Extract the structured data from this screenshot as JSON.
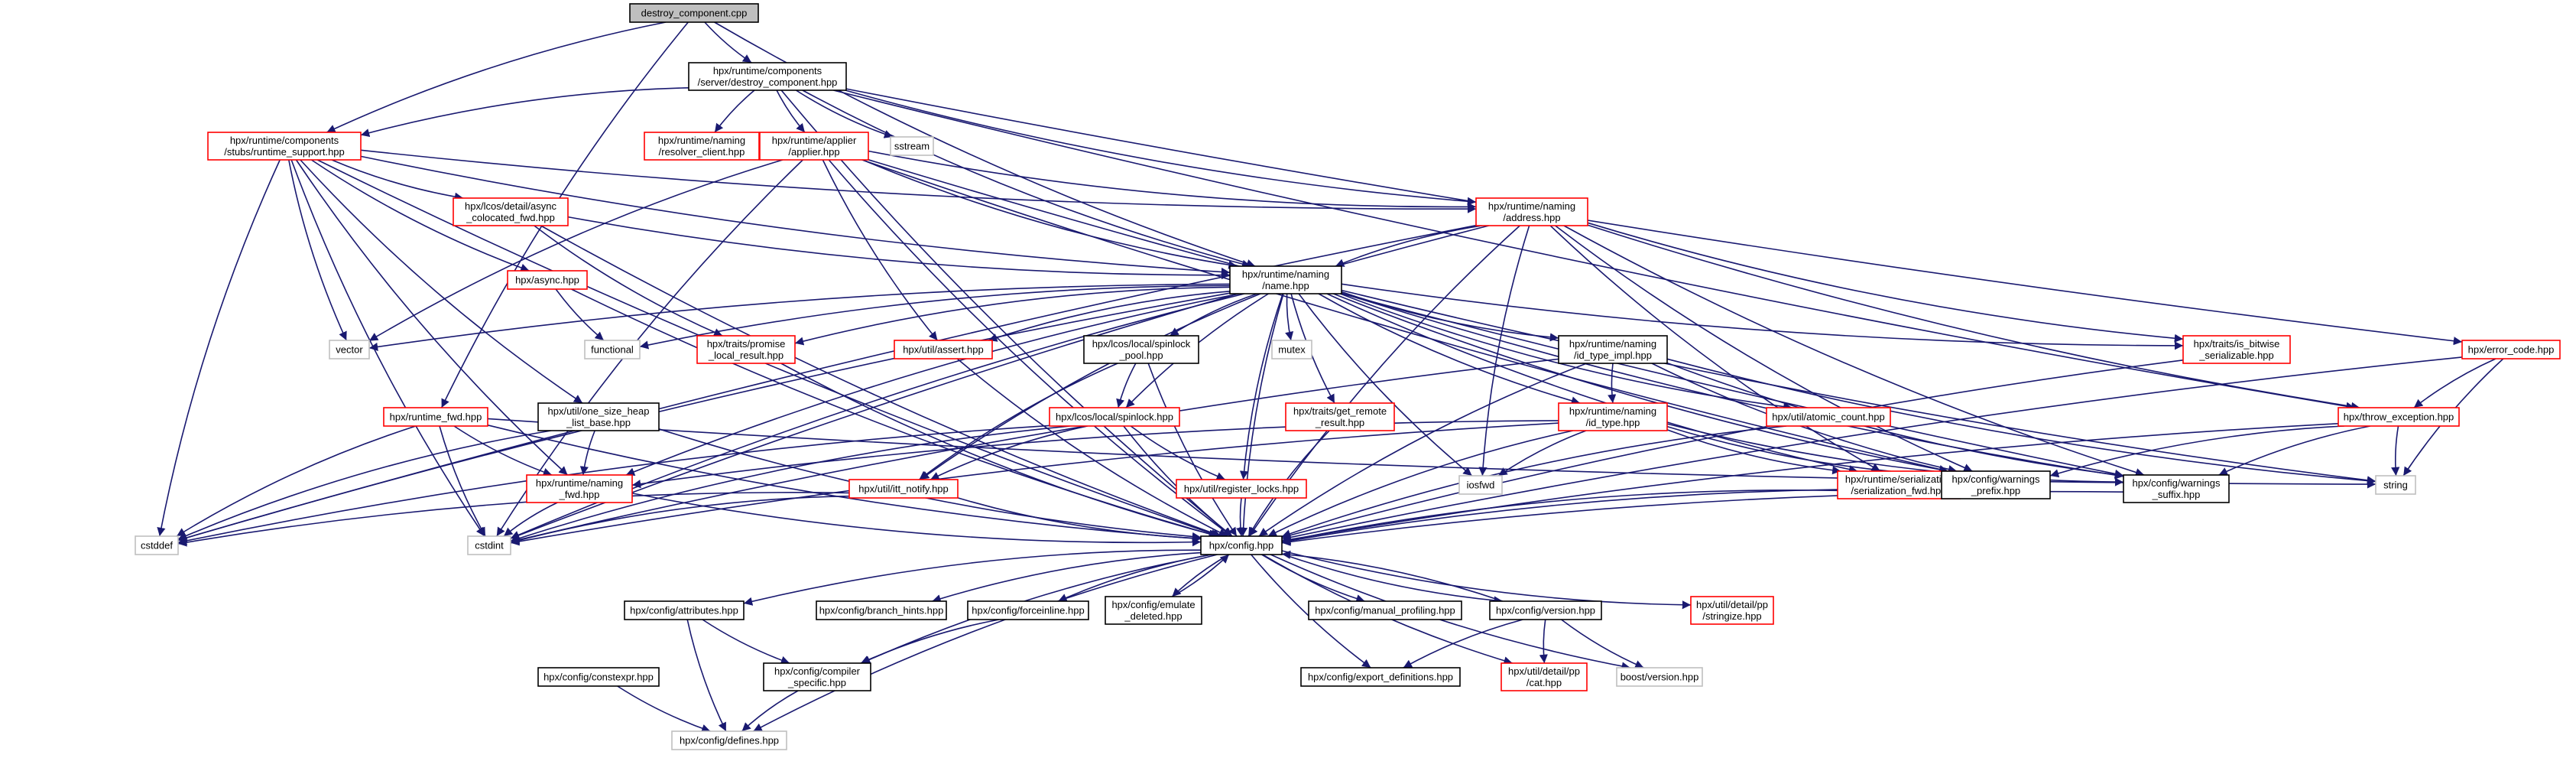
{
  "graph": {
    "style": {
      "edge_color": "#191970",
      "root_fill": "#bfbfbf",
      "root_border": "#000000",
      "documented_border": "#000000",
      "truncated_border": "#ff0000",
      "external_border": "#bfbfbf"
    },
    "nodes": [
      {
        "id": "root",
        "label": "destroy_component.cpp",
        "kind": "root"
      },
      {
        "id": "server_destroy",
        "label": "hpx/runtime/components\n/server/destroy_component.hpp",
        "kind": "documented"
      },
      {
        "id": "stubs_runtime",
        "label": "hpx/runtime/components\n/stubs/runtime_support.hpp",
        "kind": "truncated"
      },
      {
        "id": "resolver_client",
        "label": "hpx/runtime/naming\n/resolver_client.hpp",
        "kind": "truncated"
      },
      {
        "id": "applier",
        "label": "hpx/runtime/applier\n/applier.hpp",
        "kind": "truncated"
      },
      {
        "id": "sstream",
        "label": "sstream",
        "kind": "external"
      },
      {
        "id": "async_colocated",
        "label": "hpx/lcos/detail/async\n_colocated_fwd.hpp",
        "kind": "truncated"
      },
      {
        "id": "address",
        "label": "hpx/runtime/naming\n/address.hpp",
        "kind": "truncated"
      },
      {
        "id": "error_code",
        "label": "hpx/error_code.hpp",
        "kind": "truncated"
      },
      {
        "id": "async",
        "label": "hpx/async.hpp",
        "kind": "truncated"
      },
      {
        "id": "name",
        "label": "hpx/runtime/naming\n/name.hpp",
        "kind": "documented"
      },
      {
        "id": "vector",
        "label": "vector",
        "kind": "external"
      },
      {
        "id": "functional",
        "label": "functional",
        "kind": "external"
      },
      {
        "id": "promise_local",
        "label": "hpx/traits/promise\n_local_result.hpp",
        "kind": "truncated"
      },
      {
        "id": "assert",
        "label": "hpx/util/assert.hpp",
        "kind": "truncated"
      },
      {
        "id": "spinlock_pool",
        "label": "hpx/lcos/local/spinlock\n_pool.hpp",
        "kind": "documented"
      },
      {
        "id": "mutex",
        "label": "mutex",
        "kind": "external"
      },
      {
        "id": "id_type_impl",
        "label": "hpx/runtime/naming\n/id_type_impl.hpp",
        "kind": "documented"
      },
      {
        "id": "is_bitwise",
        "label": "hpx/traits/is_bitwise\n_serializable.hpp",
        "kind": "truncated"
      },
      {
        "id": "throw_exception",
        "label": "hpx/throw_exception.hpp",
        "kind": "truncated"
      },
      {
        "id": "runtime_fwd",
        "label": "hpx/runtime_fwd.hpp",
        "kind": "truncated"
      },
      {
        "id": "one_size_heap",
        "label": "hpx/util/one_size_heap\n_list_base.hpp",
        "kind": "documented"
      },
      {
        "id": "spinlock",
        "label": "hpx/lcos/local/spinlock.hpp",
        "kind": "truncated"
      },
      {
        "id": "get_remote",
        "label": "hpx/traits/get_remote\n_result.hpp",
        "kind": "truncated"
      },
      {
        "id": "atomic_count",
        "label": "hpx/util/atomic_count.hpp",
        "kind": "truncated"
      },
      {
        "id": "id_type",
        "label": "hpx/runtime/naming\n/id_type.hpp",
        "kind": "truncated"
      },
      {
        "id": "naming_fwd",
        "label": "hpx/runtime/naming\n_fwd.hpp",
        "kind": "truncated"
      },
      {
        "id": "itt_notify",
        "label": "hpx/util/itt_notify.hpp",
        "kind": "truncated"
      },
      {
        "id": "register_locks",
        "label": "hpx/util/register_locks.hpp",
        "kind": "truncated"
      },
      {
        "id": "iosfwd",
        "label": "iosfwd",
        "kind": "external"
      },
      {
        "id": "serialization_fwd",
        "label": "hpx/runtime/serialization\n/serialization_fwd.hpp",
        "kind": "truncated"
      },
      {
        "id": "warnings_prefix",
        "label": "hpx/config/warnings\n_prefix.hpp",
        "kind": "documented"
      },
      {
        "id": "warnings_suffix",
        "label": "hpx/config/warnings\n_suffix.hpp",
        "kind": "documented"
      },
      {
        "id": "string",
        "label": "string",
        "kind": "external"
      },
      {
        "id": "cstddef",
        "label": "cstddef",
        "kind": "external"
      },
      {
        "id": "cstdint",
        "label": "cstdint",
        "kind": "external"
      },
      {
        "id": "config",
        "label": "hpx/config.hpp",
        "kind": "documented"
      },
      {
        "id": "attributes",
        "label": "hpx/config/attributes.hpp",
        "kind": "documented"
      },
      {
        "id": "branch_hints",
        "label": "hpx/config/branch_hints.hpp",
        "kind": "documented"
      },
      {
        "id": "forceinline",
        "label": "hpx/config/forceinline.hpp",
        "kind": "documented"
      },
      {
        "id": "emulate_deleted",
        "label": "hpx/config/emulate\n_deleted.hpp",
        "kind": "documented"
      },
      {
        "id": "manual_profiling",
        "label": "hpx/config/manual_profiling.hpp",
        "kind": "documented"
      },
      {
        "id": "version",
        "label": "hpx/config/version.hpp",
        "kind": "documented"
      },
      {
        "id": "stringize",
        "label": "hpx/util/detail/pp\n/stringize.hpp",
        "kind": "truncated"
      },
      {
        "id": "constexpr",
        "label": "hpx/config/constexpr.hpp",
        "kind": "documented"
      },
      {
        "id": "compiler_specific",
        "label": "hpx/config/compiler\n_specific.hpp",
        "kind": "documented"
      },
      {
        "id": "export_definitions",
        "label": "hpx/config/export_definitions.hpp",
        "kind": "documented"
      },
      {
        "id": "cat",
        "label": "hpx/util/detail/pp\n/cat.hpp",
        "kind": "truncated"
      },
      {
        "id": "boost_version",
        "label": "boost/version.hpp",
        "kind": "external"
      },
      {
        "id": "defines",
        "label": "hpx/config/defines.hpp",
        "kind": "external"
      }
    ],
    "edges": [
      [
        "root",
        "server_destroy"
      ],
      [
        "root",
        "stubs_runtime"
      ],
      [
        "root",
        "name"
      ],
      [
        "root",
        "runtime_fwd"
      ],
      [
        "server_destroy",
        "stubs_runtime"
      ],
      [
        "server_destroy",
        "resolver_client"
      ],
      [
        "server_destroy",
        "applier"
      ],
      [
        "server_destroy",
        "sstream"
      ],
      [
        "server_destroy",
        "address"
      ],
      [
        "server_destroy",
        "error_code"
      ],
      [
        "server_destroy",
        "name"
      ],
      [
        "server_destroy",
        "throw_exception"
      ],
      [
        "server_destroy",
        "config"
      ],
      [
        "stubs_runtime",
        "async_colocated"
      ],
      [
        "stubs_runtime",
        "async"
      ],
      [
        "stubs_runtime",
        "vector"
      ],
      [
        "stubs_runtime",
        "name"
      ],
      [
        "stubs_runtime",
        "address"
      ],
      [
        "stubs_runtime",
        "one_size_heap"
      ],
      [
        "stubs_runtime",
        "naming_fwd"
      ],
      [
        "stubs_runtime",
        "cstddef"
      ],
      [
        "stubs_runtime",
        "cstdint"
      ],
      [
        "stubs_runtime",
        "config"
      ],
      [
        "applier",
        "address"
      ],
      [
        "applier",
        "name"
      ],
      [
        "applier",
        "vector"
      ],
      [
        "applier",
        "assert"
      ],
      [
        "applier",
        "config"
      ],
      [
        "applier",
        "cstdint"
      ],
      [
        "applier",
        "warnings_prefix"
      ],
      [
        "applier",
        "warnings_suffix"
      ],
      [
        "async_colocated",
        "name"
      ],
      [
        "async_colocated",
        "promise_local"
      ],
      [
        "async_colocated",
        "config"
      ],
      [
        "address",
        "name"
      ],
      [
        "address",
        "iosfwd"
      ],
      [
        "address",
        "cstdint"
      ],
      [
        "address",
        "is_bitwise"
      ],
      [
        "address",
        "serialization_fwd"
      ],
      [
        "address",
        "config"
      ],
      [
        "address",
        "warnings_prefix"
      ],
      [
        "address",
        "warnings_suffix"
      ],
      [
        "address",
        "throw_exception"
      ],
      [
        "address",
        "cstddef"
      ],
      [
        "error_code",
        "throw_exception"
      ],
      [
        "error_code",
        "string"
      ],
      [
        "error_code",
        "config"
      ],
      [
        "async",
        "functional"
      ],
      [
        "async",
        "config"
      ],
      [
        "name",
        "vector"
      ],
      [
        "name",
        "functional"
      ],
      [
        "name",
        "promise_local"
      ],
      [
        "name",
        "assert"
      ],
      [
        "name",
        "spinlock_pool"
      ],
      [
        "name",
        "mutex"
      ],
      [
        "name",
        "id_type_impl"
      ],
      [
        "name",
        "is_bitwise"
      ],
      [
        "name",
        "spinlock"
      ],
      [
        "name",
        "get_remote"
      ],
      [
        "name",
        "atomic_count"
      ],
      [
        "name",
        "id_type"
      ],
      [
        "name",
        "naming_fwd"
      ],
      [
        "name",
        "itt_notify"
      ],
      [
        "name",
        "register_locks"
      ],
      [
        "name",
        "iosfwd"
      ],
      [
        "name",
        "serialization_fwd"
      ],
      [
        "name",
        "warnings_prefix"
      ],
      [
        "name",
        "warnings_suffix"
      ],
      [
        "name",
        "string"
      ],
      [
        "name",
        "cstddef"
      ],
      [
        "name",
        "cstdint"
      ],
      [
        "name",
        "config"
      ],
      [
        "promise_local",
        "config"
      ],
      [
        "assert",
        "config"
      ],
      [
        "spinlock_pool",
        "spinlock"
      ],
      [
        "spinlock_pool",
        "itt_notify"
      ],
      [
        "spinlock_pool",
        "config"
      ],
      [
        "id_type_impl",
        "id_type"
      ],
      [
        "id_type_impl",
        "cstdint"
      ],
      [
        "id_type_impl",
        "warnings_prefix"
      ],
      [
        "id_type_impl",
        "warnings_suffix"
      ],
      [
        "id_type_impl",
        "string"
      ],
      [
        "id_type_impl",
        "config"
      ],
      [
        "is_bitwise",
        "config"
      ],
      [
        "throw_exception",
        "warnings_prefix"
      ],
      [
        "throw_exception",
        "warnings_suffix"
      ],
      [
        "throw_exception",
        "string"
      ],
      [
        "throw_exception",
        "config"
      ],
      [
        "runtime_fwd",
        "naming_fwd"
      ],
      [
        "runtime_fwd",
        "cstddef"
      ],
      [
        "runtime_fwd",
        "cstdint"
      ],
      [
        "runtime_fwd",
        "config"
      ],
      [
        "runtime_fwd",
        "string"
      ],
      [
        "one_size_heap",
        "naming_fwd"
      ],
      [
        "one_size_heap",
        "cstddef"
      ],
      [
        "one_size_heap",
        "config"
      ],
      [
        "spinlock",
        "itt_notify"
      ],
      [
        "spinlock",
        "register_locks"
      ],
      [
        "spinlock",
        "cstddef"
      ],
      [
        "spinlock",
        "cstdint"
      ],
      [
        "spinlock",
        "config"
      ],
      [
        "get_remote",
        "config"
      ],
      [
        "atomic_count",
        "config"
      ],
      [
        "id_type",
        "iosfwd"
      ],
      [
        "id_type",
        "naming_fwd"
      ],
      [
        "id_type",
        "serialization_fwd"
      ],
      [
        "id_type",
        "warnings_prefix"
      ],
      [
        "id_type",
        "warnings_suffix"
      ],
      [
        "id_type",
        "cstdint"
      ],
      [
        "id_type",
        "config"
      ],
      [
        "naming_fwd",
        "cstdint"
      ],
      [
        "naming_fwd",
        "config"
      ],
      [
        "itt_notify",
        "cstddef"
      ],
      [
        "itt_notify",
        "cstdint"
      ],
      [
        "itt_notify",
        "config"
      ],
      [
        "register_locks",
        "config"
      ],
      [
        "serialization_fwd",
        "config"
      ],
      [
        "warnings_prefix",
        "config"
      ],
      [
        "warnings_suffix",
        "config"
      ],
      [
        "config",
        "attributes"
      ],
      [
        "config",
        "branch_hints"
      ],
      [
        "config",
        "forceinline"
      ],
      [
        "config",
        "emulate_deleted"
      ],
      [
        "config",
        "manual_profiling"
      ],
      [
        "config",
        "version"
      ],
      [
        "config",
        "stringize"
      ],
      [
        "config",
        "compiler_specific"
      ],
      [
        "config",
        "export_definitions"
      ],
      [
        "config",
        "cat"
      ],
      [
        "config",
        "boost_version"
      ],
      [
        "config",
        "defines"
      ],
      [
        "emulate_deleted",
        "config"
      ],
      [
        "version",
        "config"
      ],
      [
        "attributes",
        "compiler_specific"
      ],
      [
        "attributes",
        "defines"
      ],
      [
        "forceinline",
        "compiler_specific"
      ],
      [
        "version",
        "export_definitions"
      ],
      [
        "version",
        "cat"
      ],
      [
        "version",
        "boost_version"
      ],
      [
        "constexpr",
        "defines"
      ],
      [
        "compiler_specific",
        "defines"
      ]
    ]
  }
}
